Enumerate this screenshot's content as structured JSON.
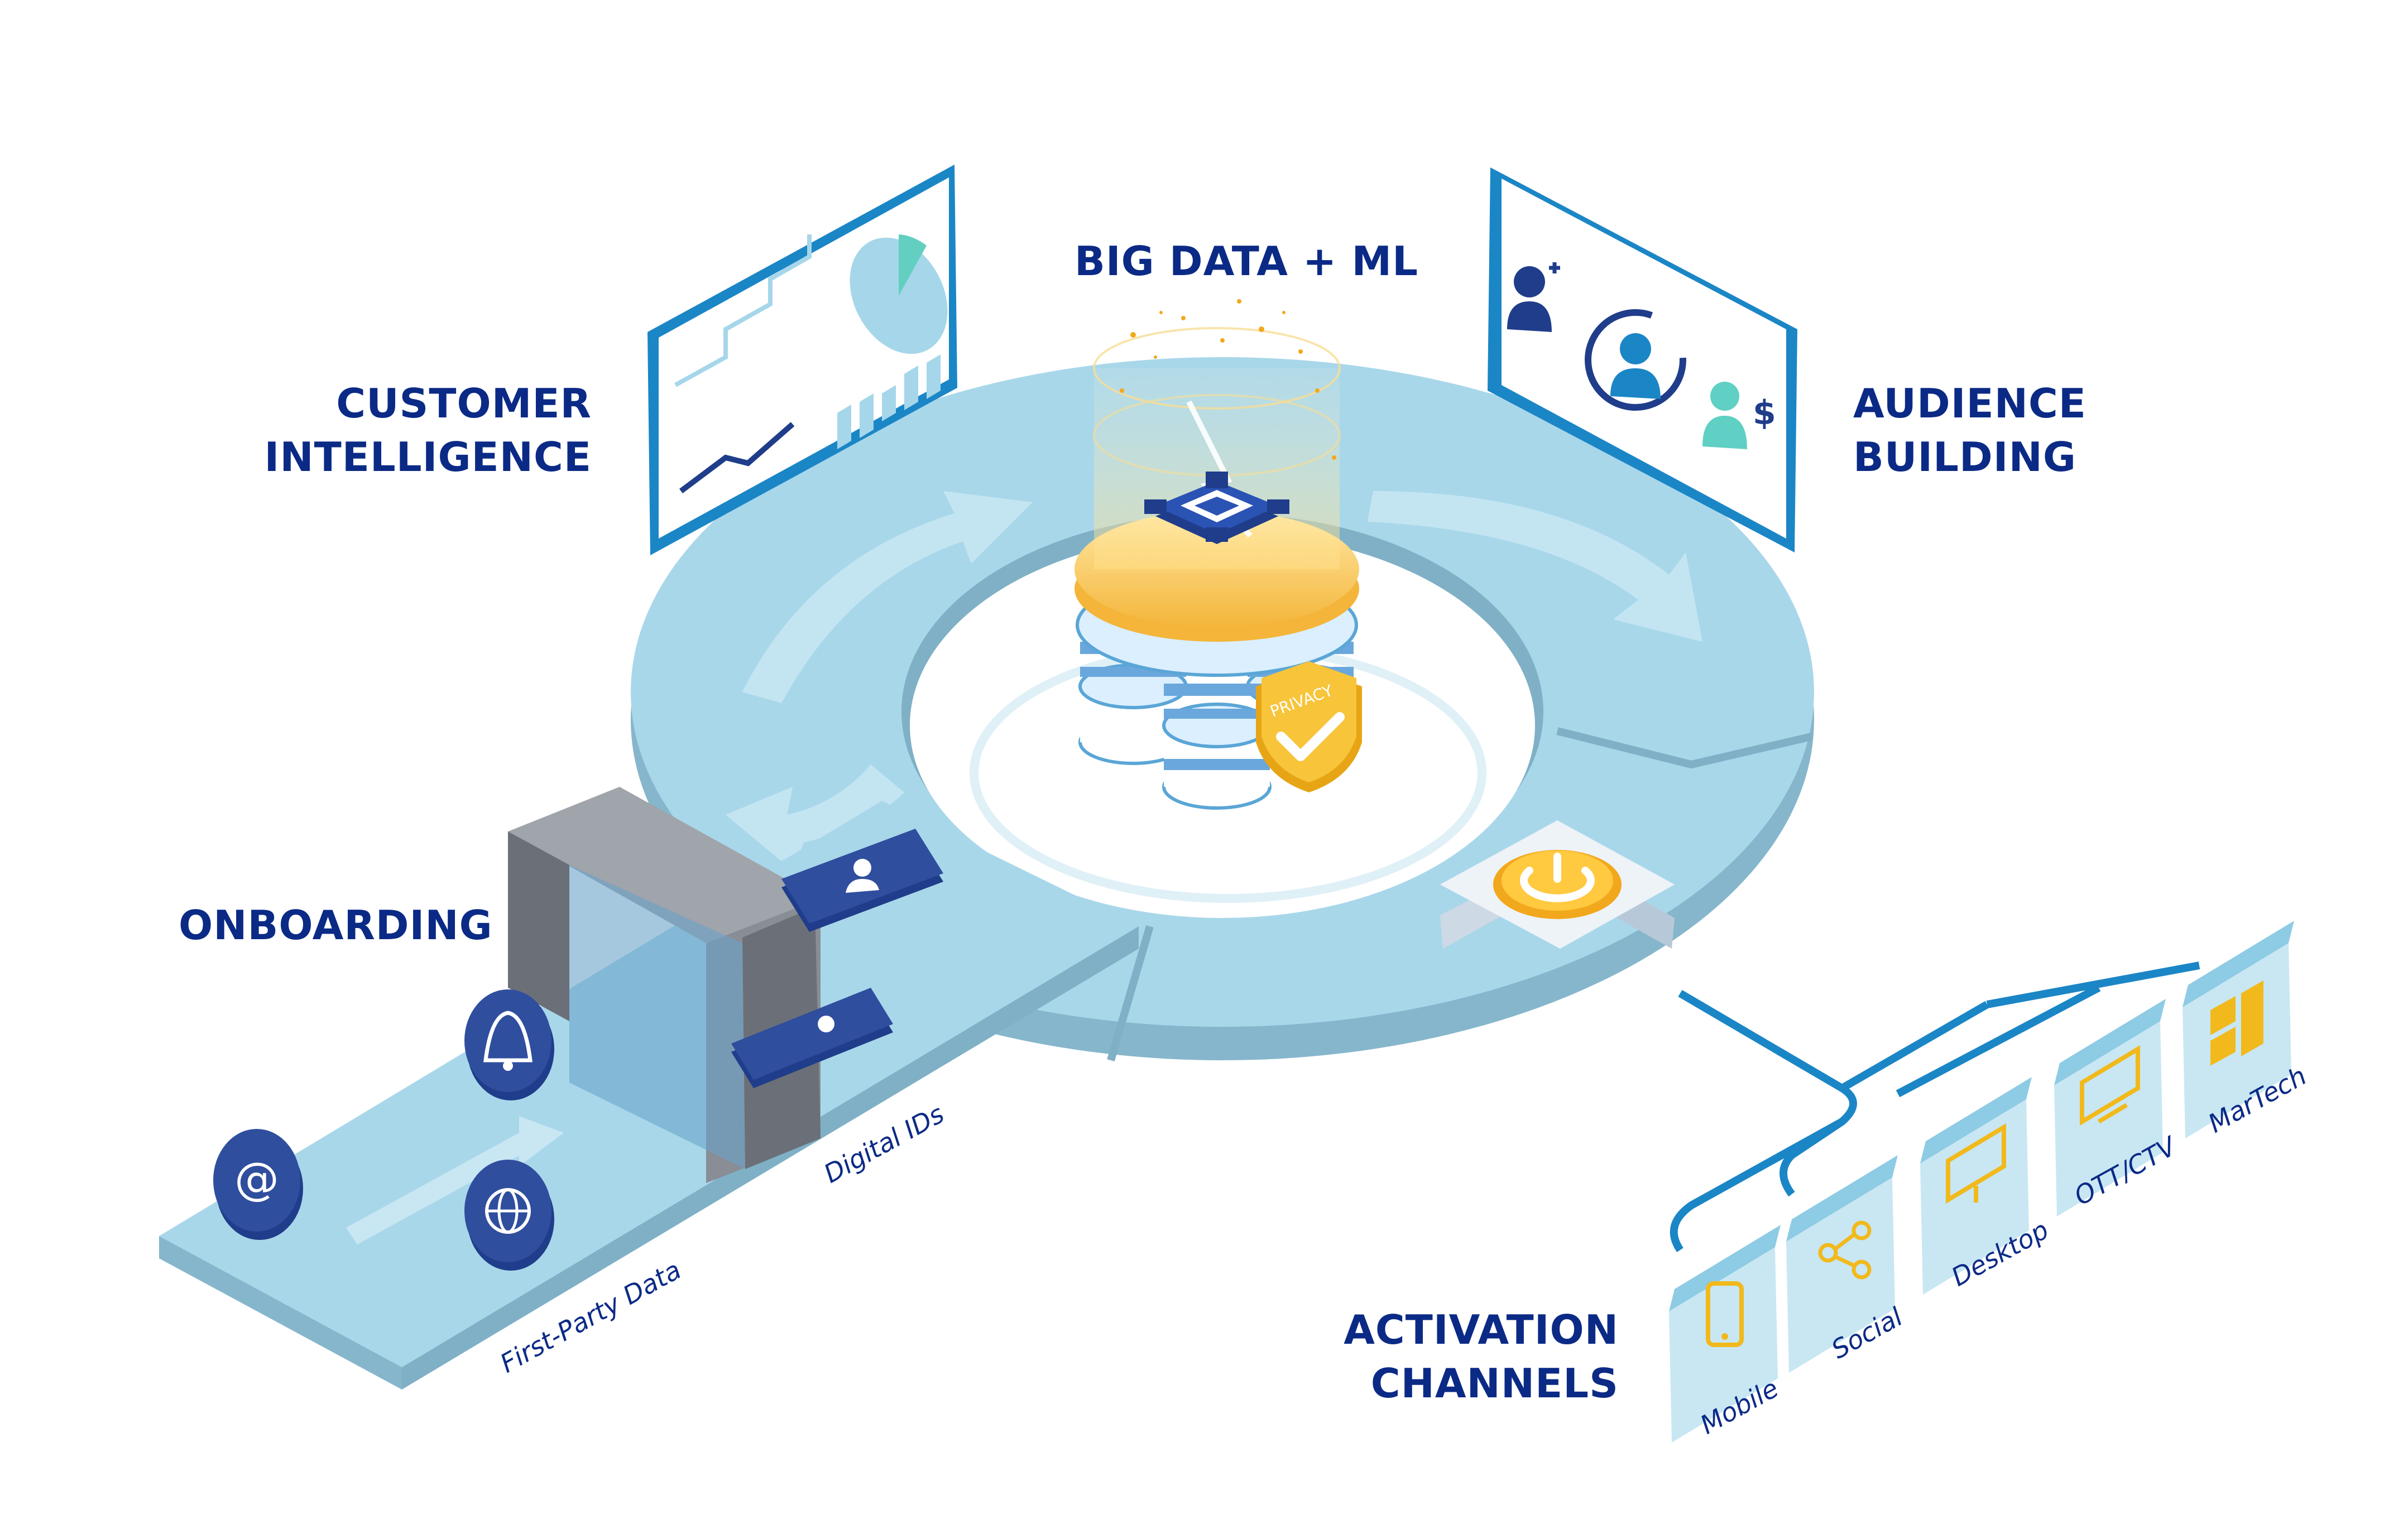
{
  "labels": {
    "big_data": "BIG DATA + ML",
    "customer_intelligence": [
      "CUSTOMER",
      "INTELLIGENCE"
    ],
    "audience_building": [
      "AUDIENCE",
      "BUILDING"
    ],
    "onboarding": "ONBOARDING",
    "activation_channels": [
      "ACTIVATION",
      "CHANNELS"
    ],
    "first_party": "First-Party Data",
    "digital_ids": "Digital IDs",
    "privacy": "PRIVACY"
  },
  "channels": [
    "Mobile",
    "Social",
    "Desktop",
    "OTT/CTV",
    "MarTech"
  ],
  "icons": {
    "onboarding": [
      "at-sign-icon",
      "bell-icon",
      "globe-icon"
    ],
    "core": [
      "gear-chip-icon",
      "database-stack-icon",
      "privacy-shield-icon",
      "power-button-icon"
    ],
    "audience": [
      "add-user-icon",
      "user-refresh-icon",
      "user-dollar-icon"
    ],
    "channels": [
      "mobile-phone-icon",
      "share-icon",
      "desktop-monitor-icon",
      "tv-icon",
      "layout-grid-icon"
    ]
  },
  "colors": {
    "heading": "#0b2a86",
    "ring_light": "#a9d7ea",
    "ring_dark": "#86b6cc",
    "accent_blue": "#1b86c6",
    "icon_navy": "#1f3d8a",
    "gold": "#f2b91c",
    "teal": "#5fd0c3"
  }
}
